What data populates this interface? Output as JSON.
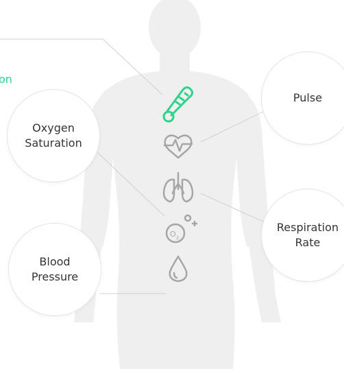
{
  "labels": {
    "cut_off": "on",
    "oxygen": "Oxygen\nSaturation",
    "pulse": "Pulse",
    "respiration": "Respiration\nRate",
    "blood": "Blood\nPressure"
  },
  "icons": {
    "temperature": "thermometer-icon",
    "pulse": "heart-pulse-icon",
    "respiration": "lungs-icon",
    "oxygen": "o2-molecule-icon",
    "blood": "blood-drop-icon"
  },
  "colors": {
    "accent": "#2bd48a",
    "icon_gray": "#a6a6a6",
    "silhouette": "#efefef",
    "connector": "#d0d0d0",
    "text": "#333333"
  }
}
